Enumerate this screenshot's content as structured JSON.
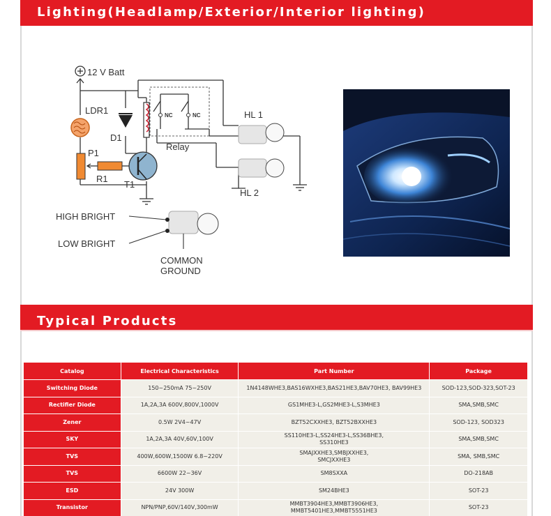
{
  "section1": {
    "title": "Lighting(Headlamp/Exterior/Interior lighting)"
  },
  "circuit": {
    "supply": "12 V Batt",
    "ldr": "LDR1",
    "diode": "D1",
    "pot": "P1",
    "resistor": "R1",
    "transistor": "T1",
    "relay": "Relay",
    "nc1": "NC",
    "nc2": "NC",
    "lamp1": "HL 1",
    "lamp2": "HL 2",
    "high_bright": "HIGH BRIGHT",
    "low_bright": "LOW BRIGHT",
    "common_1": "COMMON",
    "common_2": "GROUND"
  },
  "section2": {
    "title": "Typical Products"
  },
  "table": {
    "headers": [
      "Catalog",
      "Electrical Characteristics",
      "Part Number",
      "Package"
    ],
    "rows": [
      {
        "catalog": "Switching Diode",
        "electrical": "150~250mA 75~250V",
        "part_lines": [
          "1N4148WHE3,BAS16WXHE3,BAS21HE3,BAV70HE3, BAV99HE3"
        ],
        "package": "SOD-123,SOD-323,SOT-23"
      },
      {
        "catalog": "Rectifier Diode",
        "electrical": "1A,2A,3A  600V,800V,1000V",
        "part_lines": [
          "GS1MHE3-L,GS2MHE3-L,S3MHE3"
        ],
        "package": "SMA,SMB,SMC"
      },
      {
        "catalog": "Zener",
        "electrical": "0.5W 2V4~47V",
        "part_lines": [
          "BZT52CXXHE3, BZT52BXXHE3"
        ],
        "package": "SOD-123, SOD323"
      },
      {
        "catalog": "SKY",
        "electrical": "1A,2A,3A  40V,60V,100V",
        "part_lines": [
          "SS110HE3-L,SS24HE3-L,SS36BHE3,",
          "SS310HE3"
        ],
        "package": "SMA,SMB,SMC"
      },
      {
        "catalog": "TVS",
        "electrical": "400W,600W,1500W  6.8~220V",
        "part_lines": [
          "SMAJXXHE3,SMBJXXHE3,",
          "SMCJXXHE3"
        ],
        "package": "SMA, SMB,SMC"
      },
      {
        "catalog": "TVS",
        "electrical": "6600W  22~36V",
        "part_lines": [
          "SM8SXXA"
        ],
        "package": "DO-218AB"
      },
      {
        "catalog": "ESD",
        "electrical": "24V 300W",
        "part_lines": [
          "SM24BHE3"
        ],
        "package": "SOT-23"
      },
      {
        "catalog": "Transistor",
        "electrical": "NPN/PNP,60V/140V,300mW",
        "part_lines": [
          "MMBT3904HE3,MMBT3906HE3,",
          "MMBT5401HE3,MMBT5551HE3"
        ],
        "package": "SOT-23"
      }
    ]
  }
}
